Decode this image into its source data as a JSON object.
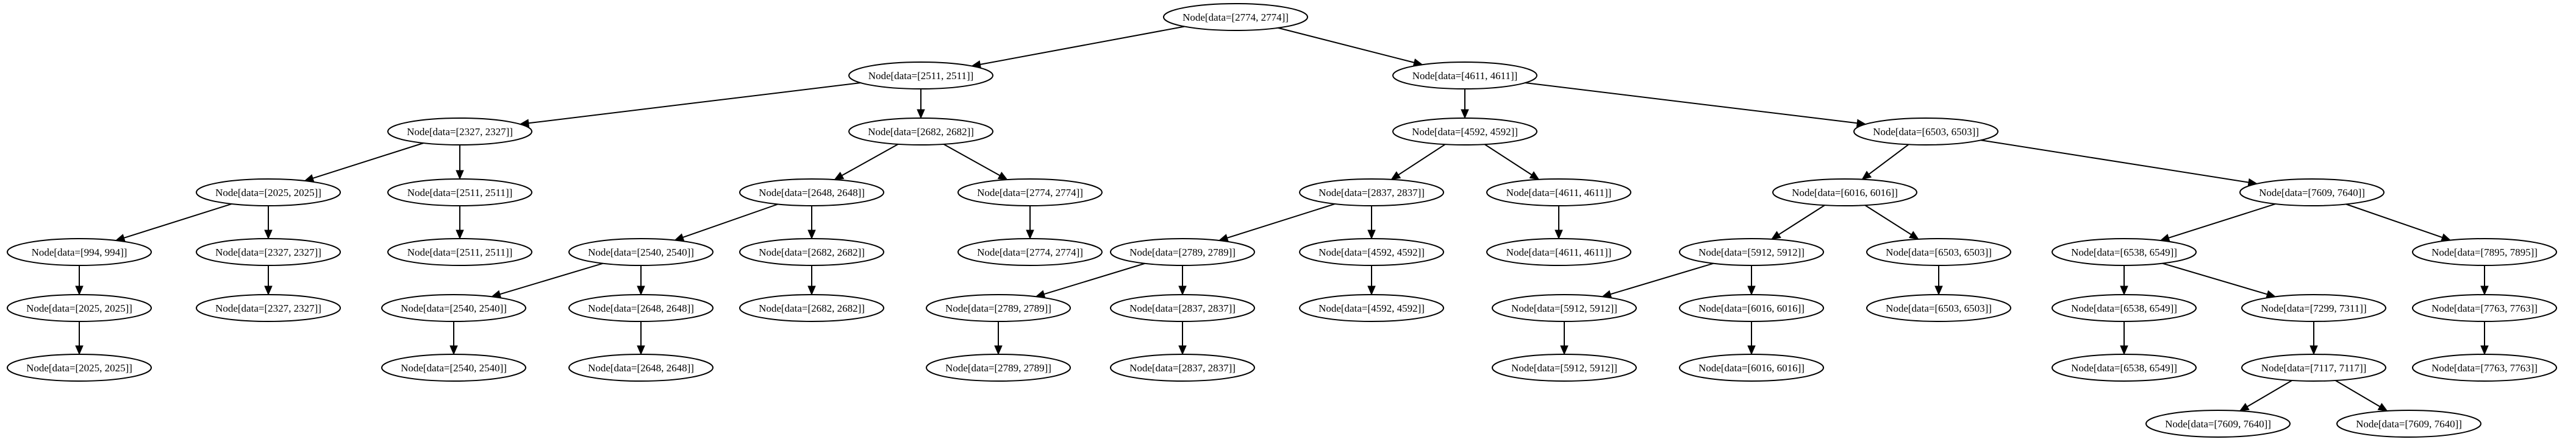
{
  "tree": {
    "nodes": [
      {
        "id": "n1",
        "label": "Node[data=[2774, 2774]]"
      },
      {
        "id": "n2",
        "label": "Node[data=[2511, 2511]]"
      },
      {
        "id": "n3",
        "label": "Node[data=[4611, 4611]]"
      },
      {
        "id": "n4",
        "label": "Node[data=[2327, 2327]]"
      },
      {
        "id": "n5",
        "label": "Node[data=[2682, 2682]]"
      },
      {
        "id": "n6",
        "label": "Node[data=[4592, 4592]]"
      },
      {
        "id": "n7",
        "label": "Node[data=[6503, 6503]]"
      },
      {
        "id": "n8",
        "label": "Node[data=[2025, 2025]]"
      },
      {
        "id": "n9",
        "label": "Node[data=[2511, 2511]]"
      },
      {
        "id": "n10",
        "label": "Node[data=[2648, 2648]]"
      },
      {
        "id": "n11",
        "label": "Node[data=[2774, 2774]]"
      },
      {
        "id": "n12",
        "label": "Node[data=[2837, 2837]]"
      },
      {
        "id": "n13",
        "label": "Node[data=[4611, 4611]]"
      },
      {
        "id": "n14",
        "label": "Node[data=[6016, 6016]]"
      },
      {
        "id": "n15",
        "label": "Node[data=[7609, 7640]]"
      },
      {
        "id": "n16",
        "label": "Node[data=[994, 994]]"
      },
      {
        "id": "n17",
        "label": "Node[data=[2327, 2327]]"
      },
      {
        "id": "n18",
        "label": "Node[data=[2511, 2511]]"
      },
      {
        "id": "n19",
        "label": "Node[data=[2540, 2540]]"
      },
      {
        "id": "n20",
        "label": "Node[data=[2682, 2682]]"
      },
      {
        "id": "n21",
        "label": "Node[data=[2774, 2774]]"
      },
      {
        "id": "n22",
        "label": "Node[data=[2789, 2789]]"
      },
      {
        "id": "n23",
        "label": "Node[data=[4592, 4592]]"
      },
      {
        "id": "n24",
        "label": "Node[data=[4611, 4611]]"
      },
      {
        "id": "n25",
        "label": "Node[data=[5912, 5912]]"
      },
      {
        "id": "n26",
        "label": "Node[data=[6503, 6503]]"
      },
      {
        "id": "n27",
        "label": "Node[data=[6538, 6549]]"
      },
      {
        "id": "n28",
        "label": "Node[data=[7895, 7895]]"
      },
      {
        "id": "n29",
        "label": "Node[data=[2025, 2025]]"
      },
      {
        "id": "n30",
        "label": "Node[data=[2327, 2327]]"
      },
      {
        "id": "n31",
        "label": "Node[data=[2540, 2540]]"
      },
      {
        "id": "n32",
        "label": "Node[data=[2648, 2648]]"
      },
      {
        "id": "n33",
        "label": "Node[data=[2682, 2682]]"
      },
      {
        "id": "n34",
        "label": "Node[data=[2789, 2789]]"
      },
      {
        "id": "n35",
        "label": "Node[data=[2837, 2837]]"
      },
      {
        "id": "n36",
        "label": "Node[data=[4592, 4592]]"
      },
      {
        "id": "n37",
        "label": "Node[data=[5912, 5912]]"
      },
      {
        "id": "n38",
        "label": "Node[data=[6016, 6016]]"
      },
      {
        "id": "n39",
        "label": "Node[data=[6503, 6503]]"
      },
      {
        "id": "n40",
        "label": "Node[data=[6538, 6549]]"
      },
      {
        "id": "n41",
        "label": "Node[data=[7299, 7311]]"
      },
      {
        "id": "n42",
        "label": "Node[data=[7763, 7763]]"
      },
      {
        "id": "n43",
        "label": "Node[data=[2025, 2025]]"
      },
      {
        "id": "n44",
        "label": "Node[data=[2540, 2540]]"
      },
      {
        "id": "n45",
        "label": "Node[data=[2648, 2648]]"
      },
      {
        "id": "n46",
        "label": "Node[data=[2789, 2789]]"
      },
      {
        "id": "n47",
        "label": "Node[data=[2837, 2837]]"
      },
      {
        "id": "n48",
        "label": "Node[data=[5912, 5912]]"
      },
      {
        "id": "n49",
        "label": "Node[data=[6016, 6016]]"
      },
      {
        "id": "n50",
        "label": "Node[data=[6538, 6549]]"
      },
      {
        "id": "n51",
        "label": "Node[data=[7117, 7117]]"
      },
      {
        "id": "n52",
        "label": "Node[data=[7763, 7763]]"
      },
      {
        "id": "n53",
        "label": "Node[data=[7609, 7640]]"
      },
      {
        "id": "n54",
        "label": "Node[data=[7609, 7640]]"
      }
    ],
    "edges": [
      [
        "n1",
        "n2"
      ],
      [
        "n1",
        "n3"
      ],
      [
        "n2",
        "n4"
      ],
      [
        "n2",
        "n5"
      ],
      [
        "n3",
        "n6"
      ],
      [
        "n3",
        "n7"
      ],
      [
        "n4",
        "n8"
      ],
      [
        "n4",
        "n9"
      ],
      [
        "n5",
        "n10"
      ],
      [
        "n5",
        "n11"
      ],
      [
        "n6",
        "n12"
      ],
      [
        "n6",
        "n13"
      ],
      [
        "n7",
        "n14"
      ],
      [
        "n7",
        "n15"
      ],
      [
        "n8",
        "n16"
      ],
      [
        "n8",
        "n17"
      ],
      [
        "n9",
        "n18"
      ],
      [
        "n10",
        "n19"
      ],
      [
        "n10",
        "n20"
      ],
      [
        "n11",
        "n21"
      ],
      [
        "n12",
        "n22"
      ],
      [
        "n12",
        "n23"
      ],
      [
        "n13",
        "n24"
      ],
      [
        "n14",
        "n25"
      ],
      [
        "n14",
        "n26"
      ],
      [
        "n15",
        "n27"
      ],
      [
        "n15",
        "n28"
      ],
      [
        "n16",
        "n29"
      ],
      [
        "n17",
        "n30"
      ],
      [
        "n19",
        "n31"
      ],
      [
        "n19",
        "n32"
      ],
      [
        "n20",
        "n33"
      ],
      [
        "n22",
        "n34"
      ],
      [
        "n22",
        "n35"
      ],
      [
        "n23",
        "n36"
      ],
      [
        "n25",
        "n37"
      ],
      [
        "n25",
        "n38"
      ],
      [
        "n26",
        "n39"
      ],
      [
        "n27",
        "n40"
      ],
      [
        "n27",
        "n41"
      ],
      [
        "n28",
        "n42"
      ],
      [
        "n29",
        "n43"
      ],
      [
        "n31",
        "n44"
      ],
      [
        "n32",
        "n45"
      ],
      [
        "n34",
        "n46"
      ],
      [
        "n35",
        "n47"
      ],
      [
        "n37",
        "n48"
      ],
      [
        "n38",
        "n49"
      ],
      [
        "n40",
        "n50"
      ],
      [
        "n41",
        "n51"
      ],
      [
        "n42",
        "n52"
      ],
      [
        "n51",
        "n53"
      ],
      [
        "n51",
        "n54"
      ]
    ]
  }
}
